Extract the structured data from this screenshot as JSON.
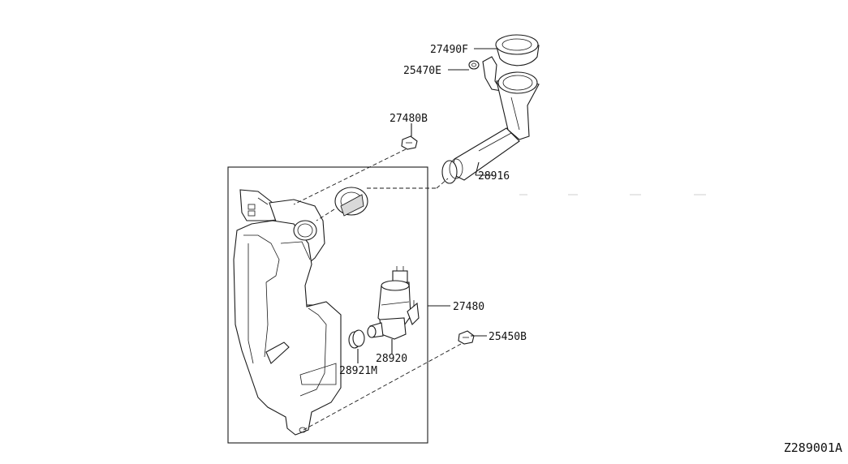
{
  "diagram": {
    "labels": {
      "cap": "27490F",
      "clip": "25470E",
      "bolt_upper": "27480B",
      "filler_tube": "28916",
      "tank_assembly": "27480",
      "bolt_lower": "25450B",
      "pump": "28920",
      "grommet": "28921M"
    },
    "reference_code": "Z289001A"
  }
}
